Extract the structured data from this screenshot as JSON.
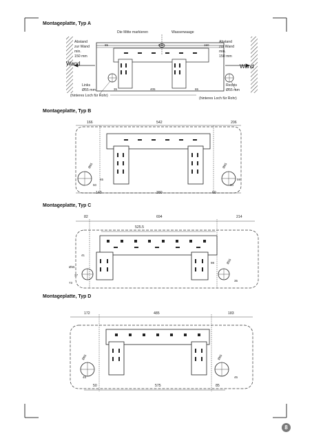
{
  "sections": {
    "a": {
      "title": "Montageplatte, Typ A",
      "mark_center": "Die Mitte markieren",
      "water_level": "Wasserwaage",
      "dist_left": [
        "Abstand",
        "zur Wand",
        "min.",
        "150 mm"
      ],
      "dist_right": [
        "Abstand",
        "zur Wand",
        "min.",
        "150 mm"
      ],
      "wall_left": "Wand",
      "wall_right": "Wand",
      "left_hole": [
        "Links",
        "Ø55 mm"
      ],
      "left_note": "(hinteres Loch für Rohr)",
      "right_hole": [
        "Rechts",
        "Ø55 mm"
      ],
      "right_note": "(hinteres Loch für Rohr)",
      "dims": [
        "85",
        "622",
        "150",
        "35",
        "405",
        "65"
      ]
    },
    "b": {
      "title": "Montageplatte, Typ B",
      "dims_top": [
        "166",
        "542",
        "206"
      ],
      "dims_bottom": [
        "143",
        "380",
        "60"
      ],
      "dims_side": [
        "50",
        "65",
        "60",
        "59"
      ],
      "hole_left": "Ø65",
      "hole_right": "Ø65"
    },
    "c": {
      "title": "Montageplatte, Typ C",
      "dims_top": [
        "82",
        "694",
        "214"
      ],
      "dim_inner": "525.5",
      "dims_side": [
        "41",
        "37",
        "73",
        "98",
        "35"
      ],
      "hole_left": "Ø55",
      "hole_right": "Ø55"
    },
    "d": {
      "title": "Montageplatte, Typ D",
      "dims_top": [
        "172",
        "485",
        "183"
      ],
      "dims_bottom": [
        "50",
        "575",
        "85"
      ],
      "dims_side": [
        "45",
        "45"
      ],
      "hole_left": "Ø65",
      "hole_right": "Ø65"
    }
  },
  "page_number": "8"
}
